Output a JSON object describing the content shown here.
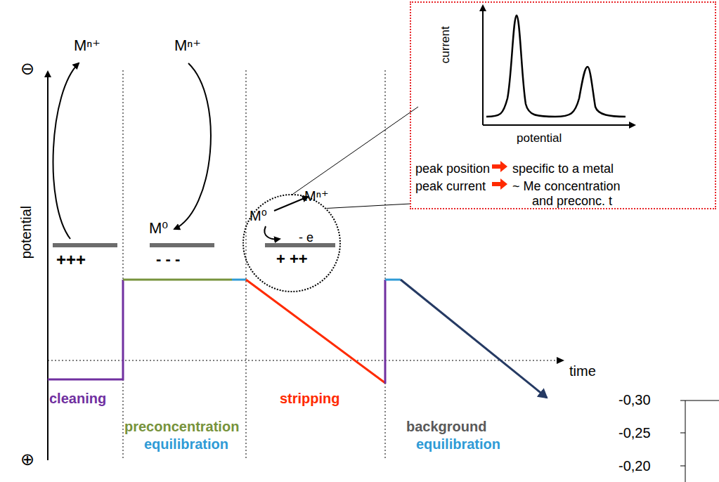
{
  "diagram": {
    "nodes": [
      {
        "text": [
          "current",
          "potential",
          "peak position",
          "specific to a metal",
          "peak current",
          "~ Me concentration and preconc. t"
        ]
      },
      {
        "text": [
          "M⁰",
          "Mⁿ⁺",
          "- e",
          "+ ++"
        ]
      }
    ],
    "edges": [
      {
        "from": 1,
        "to": 0,
        "arrow": "none"
      }
    ],
    "labels": [
      "⊖",
      "potential",
      "⊕",
      "Mⁿ⁺",
      "+++",
      "Mⁿ⁺",
      "M⁰",
      "- - -",
      "cleaning",
      "preconcentration",
      "equilibration",
      "stripping",
      "background",
      "equilibration",
      "time",
      "-0,30",
      "-0,25",
      "-0,20"
    ]
  }
}
